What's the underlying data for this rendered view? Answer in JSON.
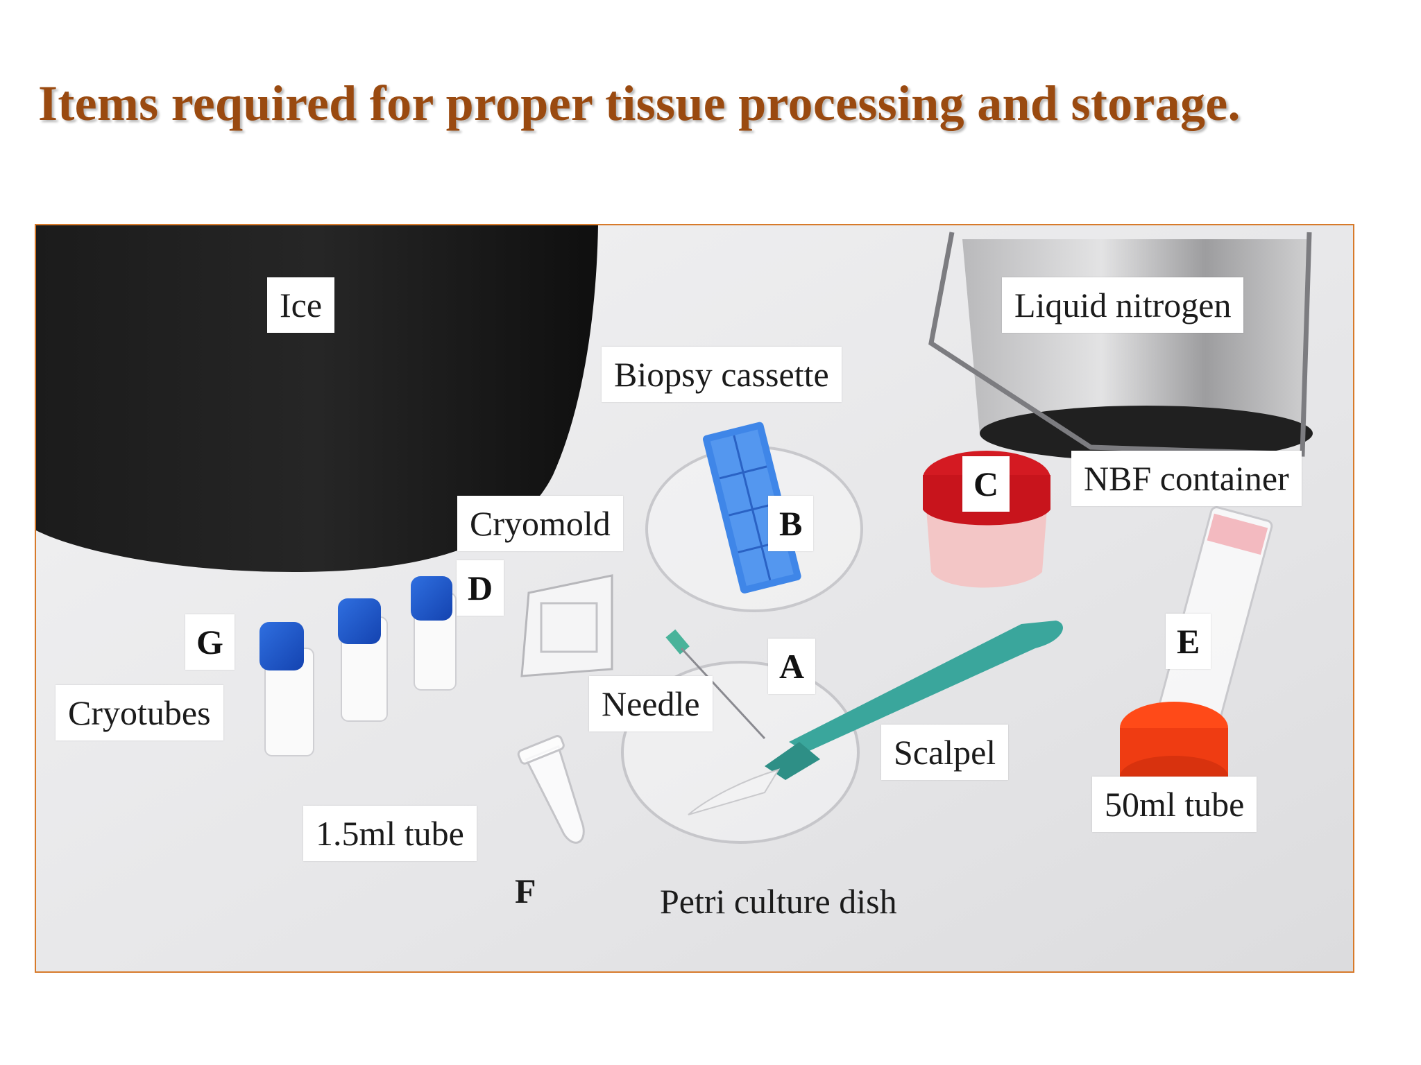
{
  "title": "Items required for proper tissue processing and storage.",
  "colors": {
    "title": "#9a4a10",
    "frame_border": "#d77a2a",
    "background": "#ffffff"
  },
  "photo": {
    "labels": {
      "ice": "Ice",
      "liquid_nitrogen": "Liquid nitrogen",
      "biopsy_cassette": "Biopsy cassette",
      "cryomold": "Cryomold",
      "nbf_container": "NBF container",
      "cryotubes": "Cryotubes",
      "needle": "Needle",
      "scalpel": "Scalpel",
      "tube_50ml": "50ml tube",
      "tube_1_5ml": "1.5ml tube",
      "petri_dish": "Petri culture dish"
    },
    "letters": {
      "a": "A",
      "b": "B",
      "c": "C",
      "d": "D",
      "e": "E",
      "f": "F",
      "g": "G"
    }
  }
}
